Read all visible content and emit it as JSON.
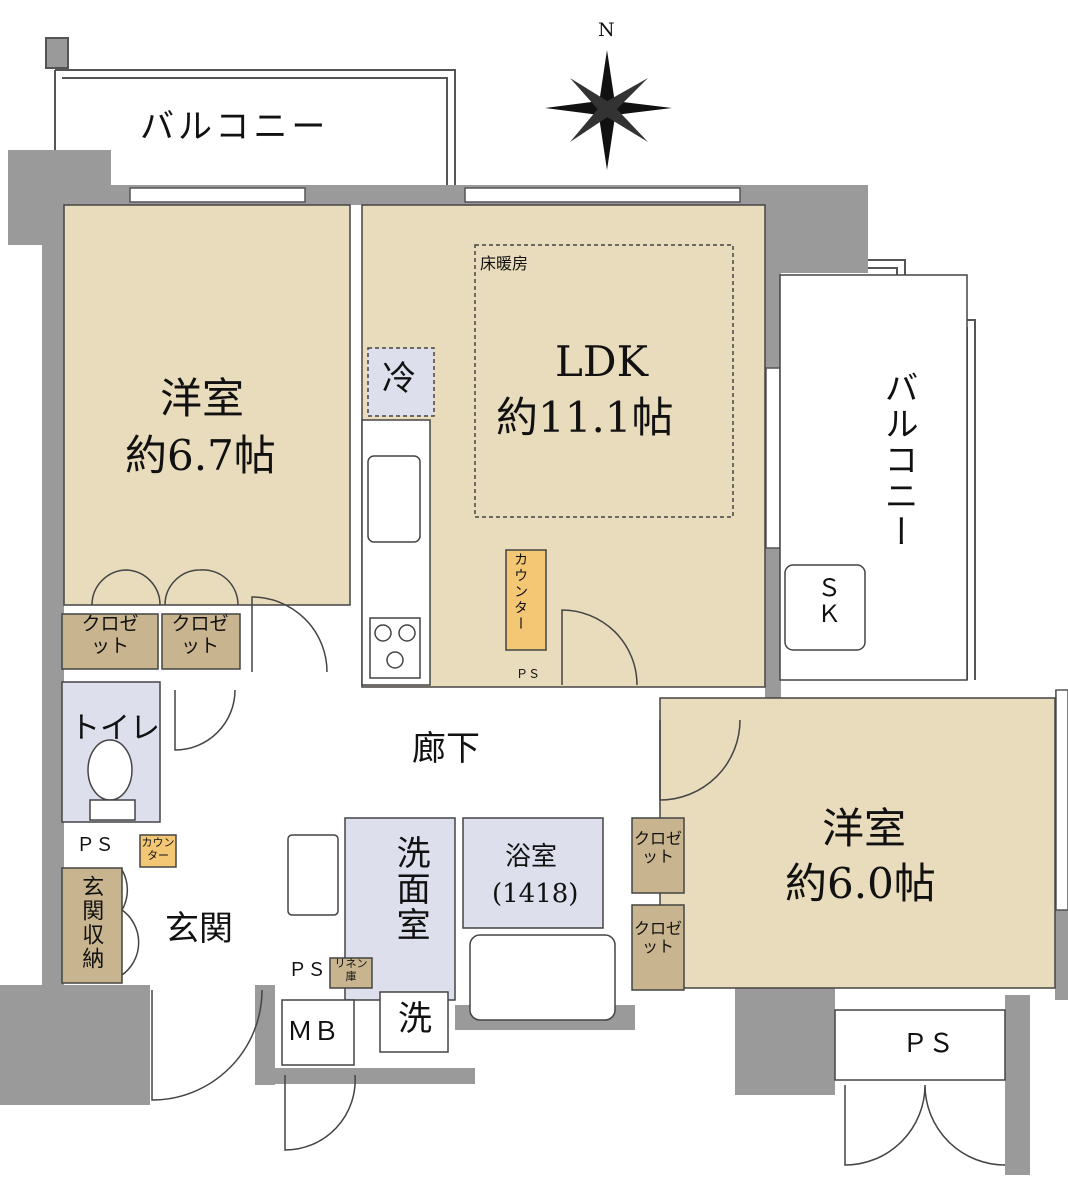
{
  "compass": {
    "north": "N"
  },
  "balcony_top": "バルコニー",
  "balcony_right": "バルコニー",
  "rooms": {
    "western_room_1": {
      "name": "洋室",
      "size": "約6.7帖"
    },
    "ldk": {
      "name": "LDK",
      "size": "約11.1帖",
      "floor_heating": "床暖房"
    },
    "western_room_2": {
      "name": "洋室",
      "size": "約6.0帖"
    },
    "hallway": "廊下",
    "toilet": "トイレ",
    "entrance": "玄関",
    "entrance_storage": "玄関収納",
    "washroom": "洗面室",
    "bathroom": "浴室",
    "bath_size": "(1418)"
  },
  "fixtures": {
    "fridge": "冷",
    "washer": "洗",
    "counter_ldk": "カウンター",
    "counter_entrance": "カウンター",
    "linen": "リネン庫",
    "closet": "クロゼット",
    "ps": "ＰＳ",
    "mb": "ＭＢ",
    "sk": "ＳＫ"
  },
  "colors": {
    "room": "#e9dcbd",
    "closet": "#c8b48e",
    "wall": "#9a9a9a",
    "wet": "#dde0ec",
    "counter": "#f4c775"
  }
}
